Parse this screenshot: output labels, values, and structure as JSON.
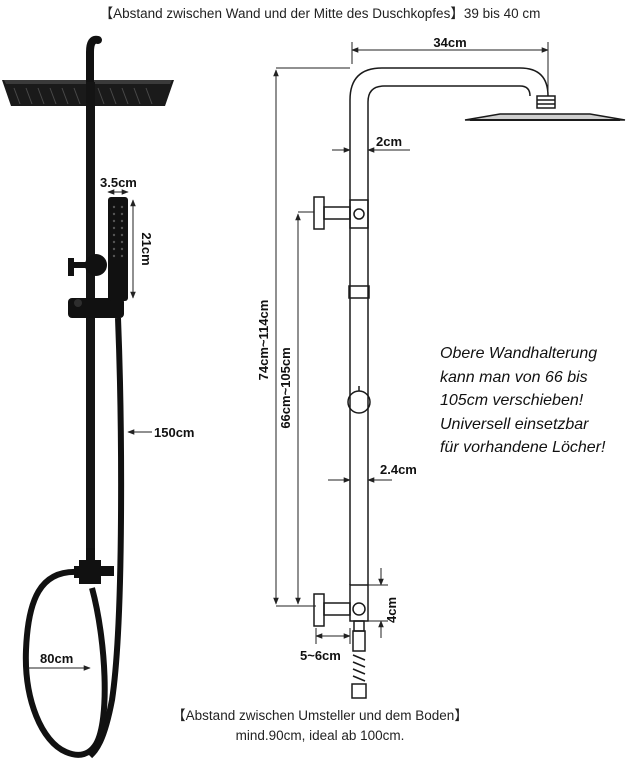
{
  "caption_top": "【Abstand zwischen Wand und der Mitte des Duschkopfes】39 bis 40 cm",
  "caption_bottom": {
    "line1": "【Abstand zwischen Umsteller und dem Boden】",
    "line2": "mind.90cm, ideal ab 100cm."
  },
  "note_lines": [
    "Obere Wandhalterung",
    "kann man von 66 bis",
    "105cm verschieben!",
    "Universell einsetzbar",
    "für vorhandene Löcher!"
  ],
  "dimensions": {
    "hand_shower_width": "3.5cm",
    "hand_shower_length": "21cm",
    "hose_length": "150cm",
    "hose_loop_width": "80cm",
    "arm_length": "34cm",
    "pipe_diameter_top": "2cm",
    "total_height": "74cm~114cm",
    "bracket_range": "66cm~105cm",
    "pipe_diameter_lower": "2.4cm",
    "diverter_height": "4cm",
    "wall_offset": "5~6cm"
  },
  "colors": {
    "product": "#111111",
    "dimension_line": "#222222",
    "drawing_line": "#1a1a1a"
  }
}
